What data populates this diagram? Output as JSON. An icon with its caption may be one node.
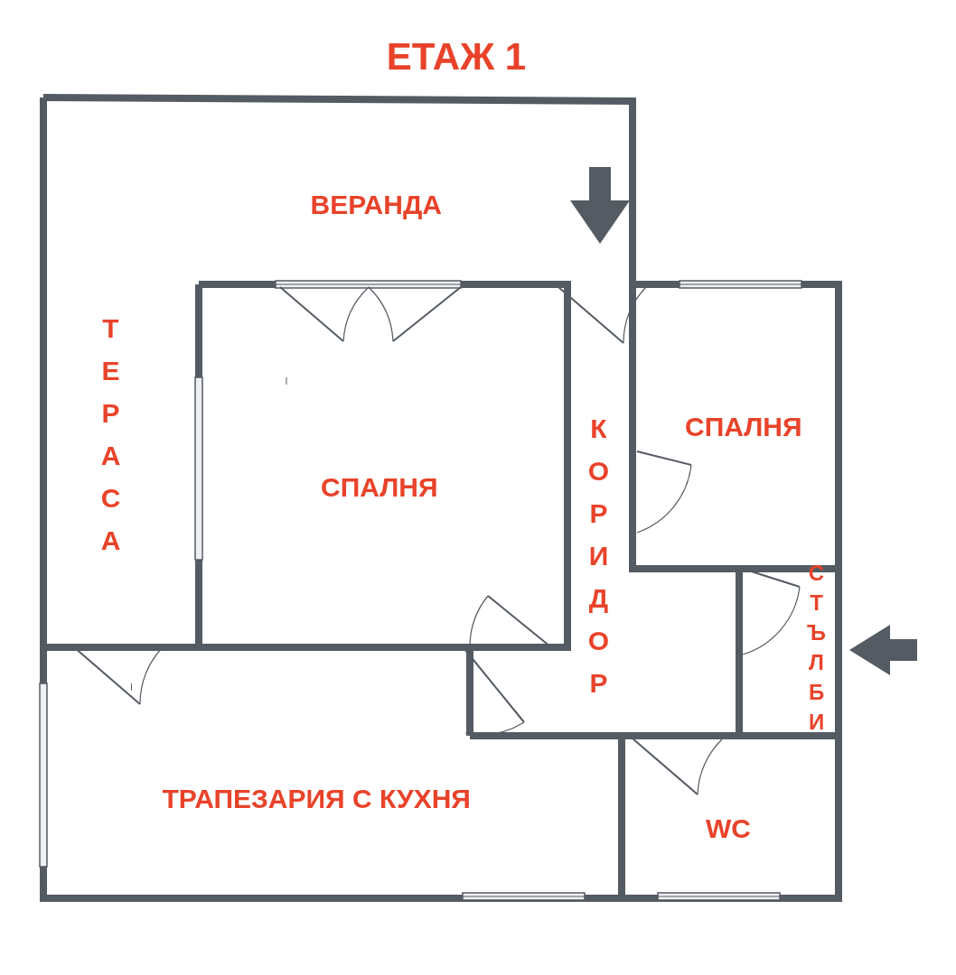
{
  "diagram": {
    "title": "ЕТАЖ 1",
    "nodes": [
      {
        "text": [
          "ВЕРАНДА"
        ]
      },
      {
        "text": [
          "ТЕРАСА"
        ]
      },
      {
        "text": [
          "СПАЛНЯ"
        ]
      },
      {
        "text": [
          "КОРИДОР"
        ]
      },
      {
        "text": [
          "СПАЛНЯ"
        ]
      },
      {
        "text": [
          "СТЪЛБИ"
        ]
      },
      {
        "text": [
          "ТРАПЕЗАРИЯ С КУХНЯ"
        ]
      },
      {
        "text": [
          "WC"
        ]
      }
    ]
  }
}
